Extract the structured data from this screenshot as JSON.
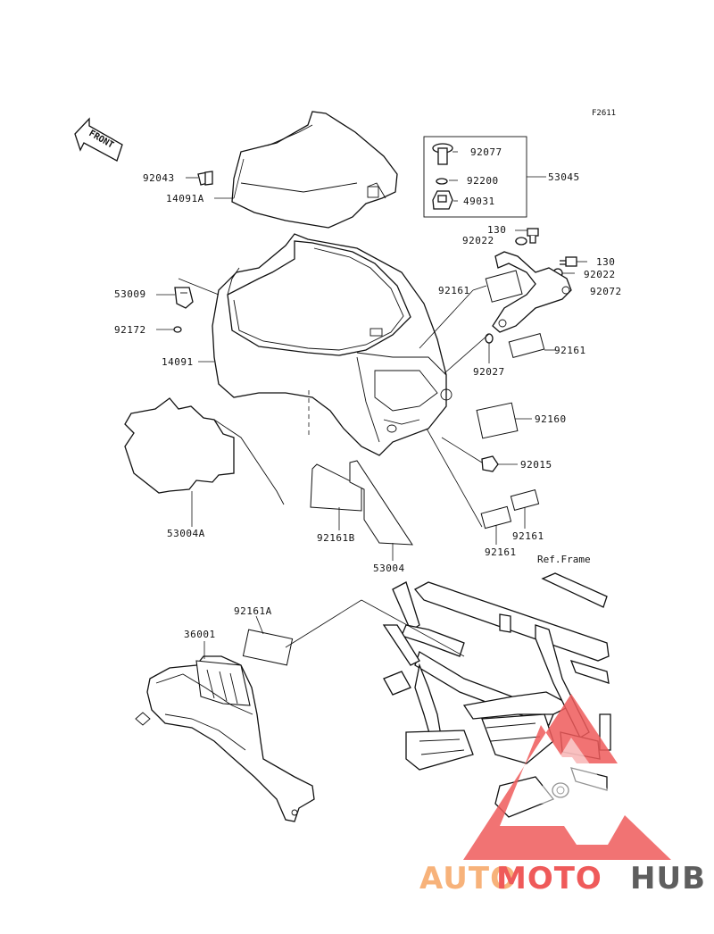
{
  "figure_code": "F2611",
  "front_arrow": "FRONT",
  "reference": "Ref.Frame",
  "labels": {
    "p92043": "92043",
    "p14091A": "14091A",
    "p92077": "92077",
    "p92200": "92200",
    "p49031": "49031",
    "p53045": "53045",
    "p130a": "130",
    "p92022a": "92022",
    "p130b": "130",
    "p92022b": "92022",
    "p92072": "92072",
    "p53009": "53009",
    "p92161a": "92161",
    "p92172": "92172",
    "p14091": "14091",
    "p92161b": "92161",
    "p92027": "92027",
    "p92160": "92160",
    "p92015": "92015",
    "p53004A": "53004A",
    "p92161B": "92161B",
    "p53004": "53004",
    "p92161c": "92161",
    "p92161d": "92161",
    "p92161A": "92161A",
    "p36001": "36001"
  },
  "watermark": {
    "part1": "AUTO",
    "part2": "MOTO",
    "part3": "HUB",
    "color_orange": "#f7b27a",
    "color_red": "#ef5a5a",
    "color_gray": "#5e5e5e"
  }
}
